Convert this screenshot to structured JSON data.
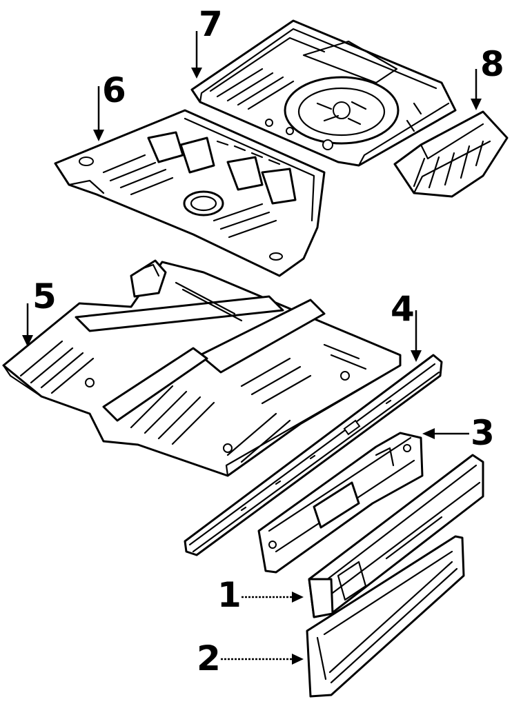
{
  "diagram": {
    "parts": [
      {
        "id": "1",
        "label": "1"
      },
      {
        "id": "2",
        "label": "2"
      },
      {
        "id": "3",
        "label": "3"
      },
      {
        "id": "4",
        "label": "4"
      },
      {
        "id": "5",
        "label": "5"
      },
      {
        "id": "6",
        "label": "6"
      },
      {
        "id": "7",
        "label": "7"
      },
      {
        "id": "8",
        "label": "8"
      }
    ]
  }
}
